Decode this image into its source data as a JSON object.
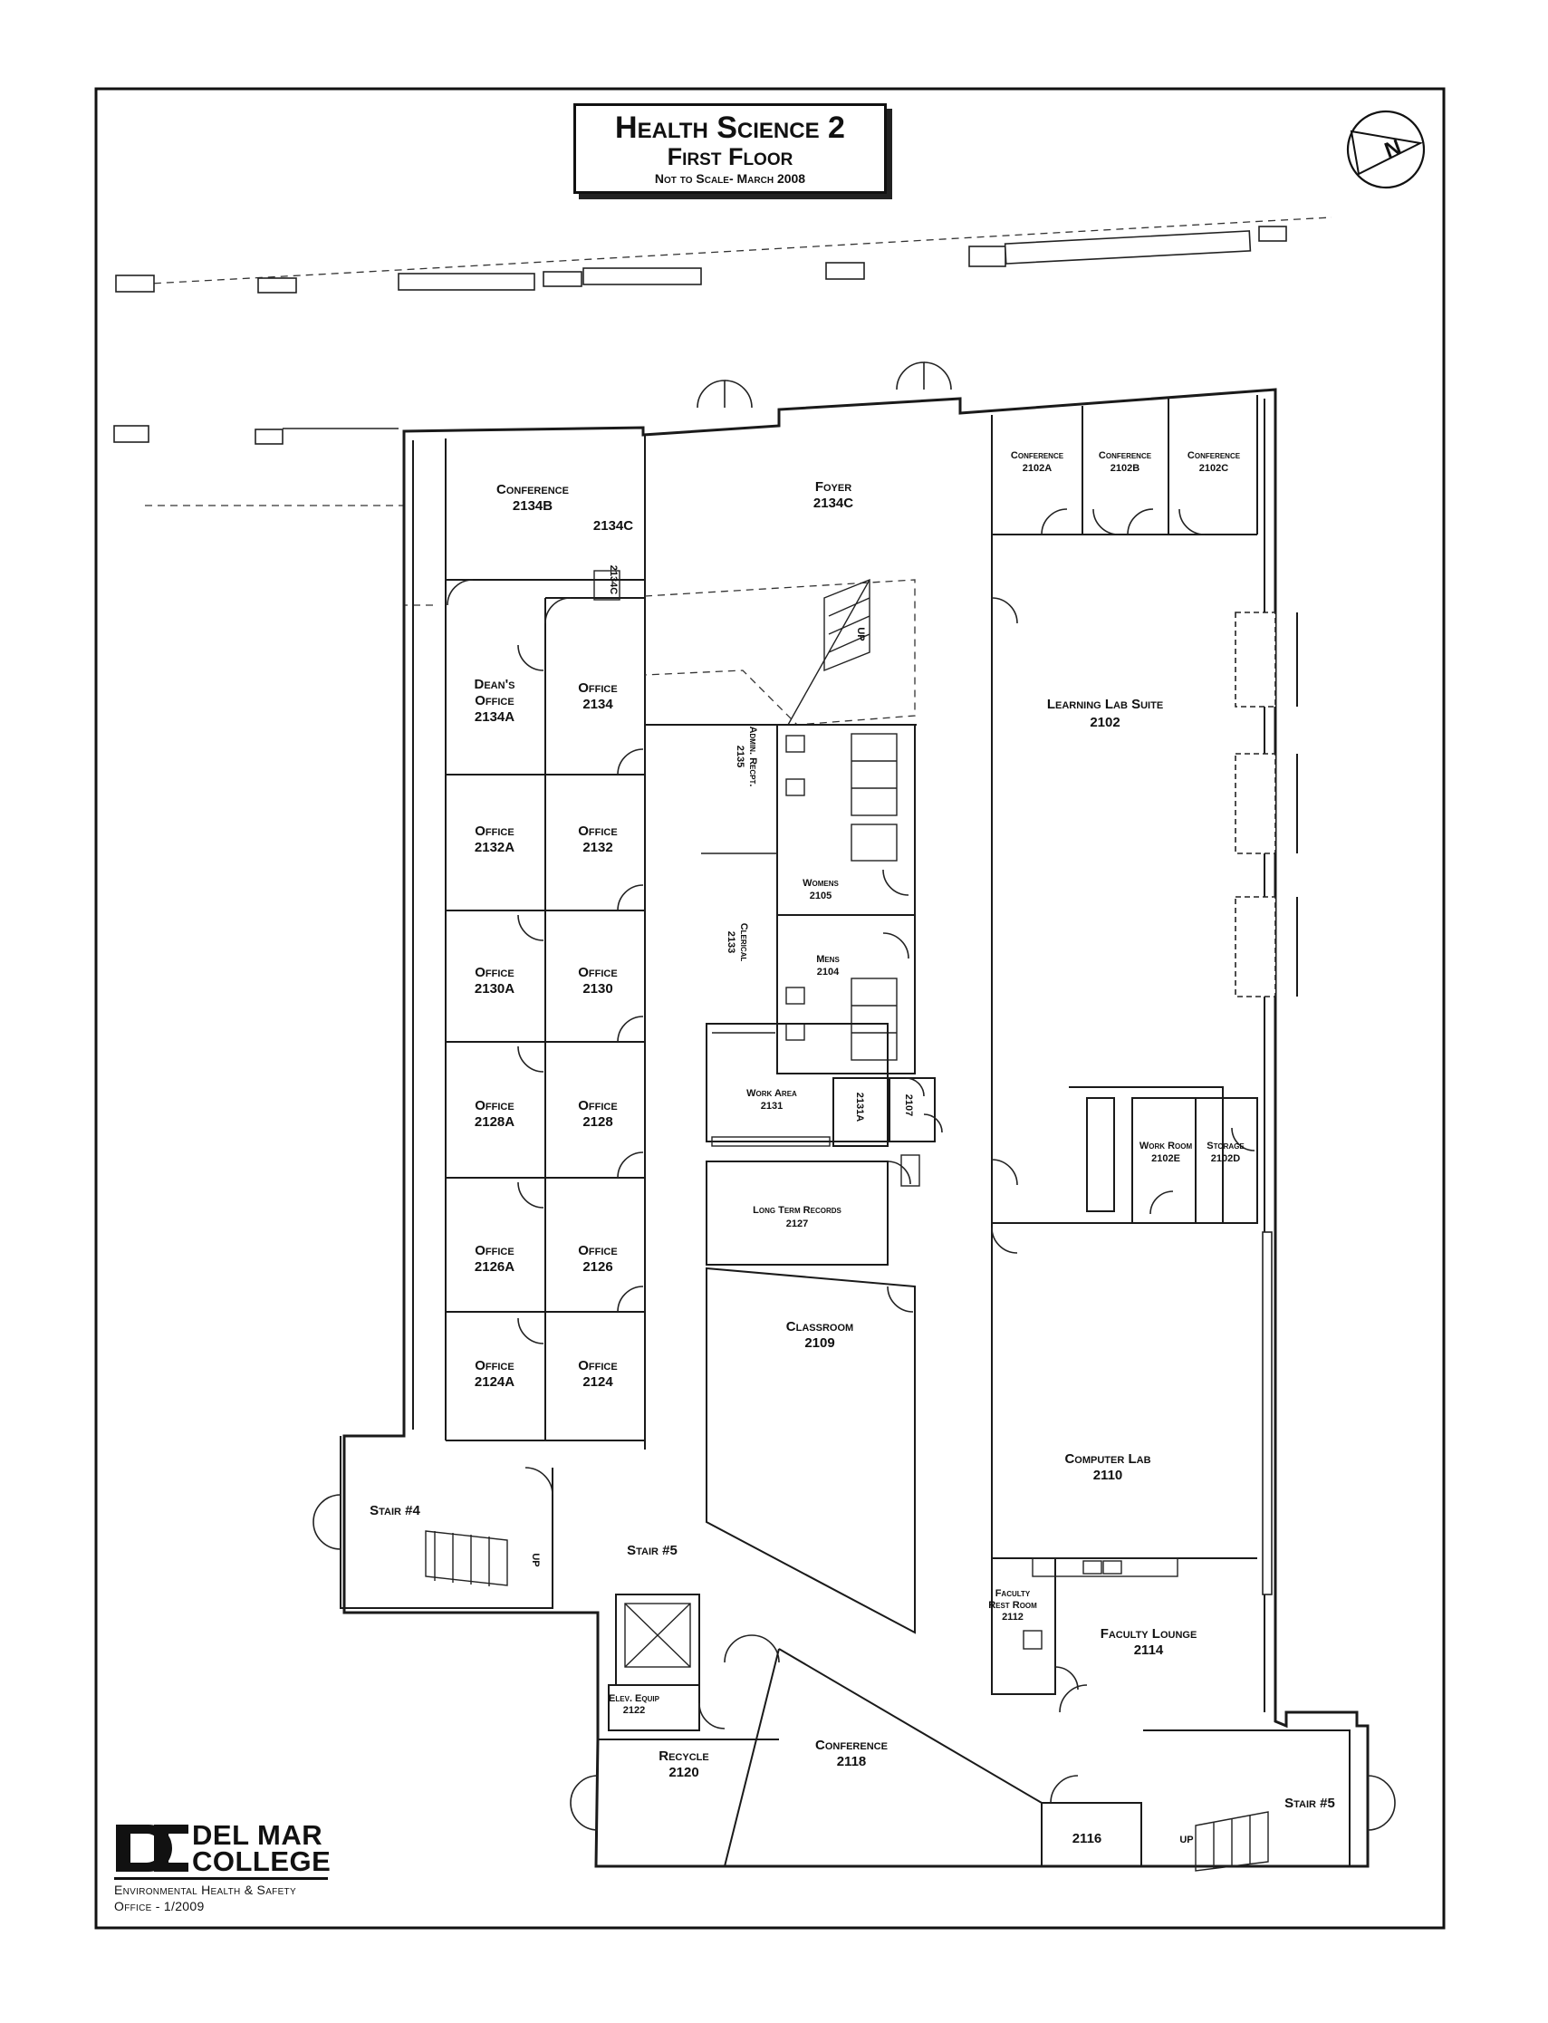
{
  "title": {
    "building": "Health Science 2",
    "floor": "First Floor",
    "note": "Not to Scale- March 2008"
  },
  "north_arrow": {
    "letter": "N",
    "icon": "north-arrow-icon"
  },
  "rooms": {
    "r2134b": [
      "Conference",
      "2134B"
    ],
    "r2134c_label": [
      "2134C"
    ],
    "r2134c_closet": [
      "2134C"
    ],
    "foyer": [
      "Foyer",
      "2134C"
    ],
    "r2102a": [
      "Conference",
      "2102A"
    ],
    "r2102b": [
      "Conference",
      "2102B"
    ],
    "r2102c": [
      "Conference",
      "2102C"
    ],
    "r2134a": [
      "Dean's",
      "Office",
      "2134A"
    ],
    "r2134": [
      "Office",
      "2134"
    ],
    "r2102": [
      "Learning Lab Suite",
      "2102"
    ],
    "r2135": [
      "Admin. Recpt.",
      "2135"
    ],
    "r2132a": [
      "Office",
      "2132A"
    ],
    "r2132": [
      "Office",
      "2132"
    ],
    "r2105": [
      "Womens",
      "2105"
    ],
    "r2133": [
      "Clerical",
      "2133"
    ],
    "r2104": [
      "Mens",
      "2104"
    ],
    "r2130a": [
      "Office",
      "2130A"
    ],
    "r2130": [
      "Office",
      "2130"
    ],
    "r2131": [
      "Work Area",
      "2131"
    ],
    "r2131a": [
      "2131A"
    ],
    "r2107": [
      "2107"
    ],
    "r2128a": [
      "Office",
      "2128A"
    ],
    "r2128": [
      "Office",
      "2128"
    ],
    "r2102e": [
      "Work Room",
      "2102E"
    ],
    "r2102d": [
      "Storage",
      "2102D"
    ],
    "r2127": [
      "Long Term Records",
      "2127"
    ],
    "r2126a": [
      "Office",
      "2126A"
    ],
    "r2126": [
      "Office",
      "2126"
    ],
    "r2109": [
      "Classroom",
      "2109"
    ],
    "r2124a": [
      "Office",
      "2124A"
    ],
    "r2124": [
      "Office",
      "2124"
    ],
    "r2110": [
      "Computer Lab",
      "2110"
    ],
    "stair4": [
      "Stair #4"
    ],
    "stair5a": [
      "Stair #5"
    ],
    "r2112": [
      "Faculty",
      "Rest Room",
      "2112"
    ],
    "r2114": [
      "Faculty Lounge",
      "2114"
    ],
    "r2122": [
      "Elev. Equip",
      "2122"
    ],
    "r2120": [
      "Recycle",
      "2120"
    ],
    "r2118": [
      "Conference",
      "2118"
    ],
    "r2116": [
      "2116"
    ],
    "stair5b": [
      "Stair #5"
    ]
  },
  "stair_marks": {
    "up1": "UP",
    "up2": "UP",
    "up3": "UP"
  },
  "logo": {
    "name_line1": "DEL MAR",
    "name_line2": "COLLEGE",
    "icon": "del-mar-college-logo"
  },
  "office": {
    "line1": "Environmental Health & Safety",
    "line2": "Office - 1/2009"
  }
}
